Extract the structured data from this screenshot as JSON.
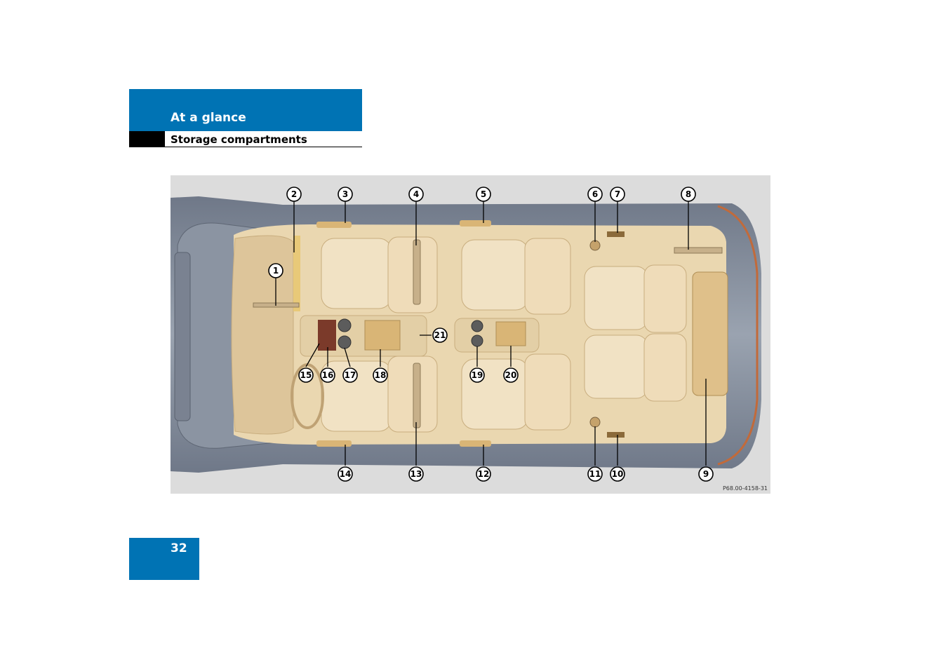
{
  "header": {
    "section": "At a glance",
    "subsection": "Storage compartments"
  },
  "figure": {
    "code": "P68.00-4158-31",
    "callouts": [
      "1",
      "2",
      "3",
      "4",
      "5",
      "6",
      "7",
      "8",
      "9",
      "10",
      "11",
      "12",
      "13",
      "14",
      "15",
      "16",
      "17",
      "18",
      "19",
      "20",
      "21"
    ]
  },
  "footer": {
    "page_number": "32"
  },
  "colors": {
    "accent": "#0073b4",
    "interior": "#ecd9b4",
    "body": "#7d8797"
  }
}
